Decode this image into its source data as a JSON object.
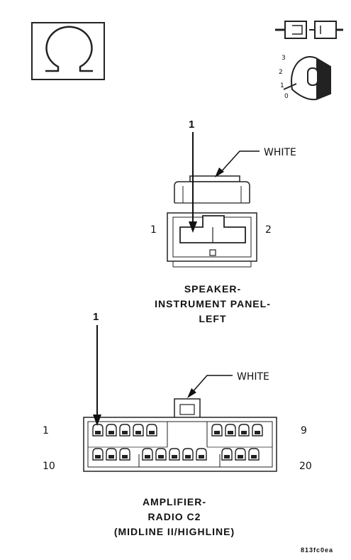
{
  "ohm_symbol": "Ω",
  "ignition_key": {
    "positions": [
      "3",
      "2",
      "1",
      "0"
    ]
  },
  "speaker_connector": {
    "callout": "1",
    "color_label": "WHITE",
    "pin_left": "1",
    "pin_right": "2",
    "title_lines": [
      "SPEAKER-",
      "INSTRUMENT PANEL-",
      "LEFT"
    ]
  },
  "amplifier_connector": {
    "callout": "1",
    "color_label": "WHITE",
    "pin_top_left": "1",
    "pin_top_right": "9",
    "pin_bottom_left": "10",
    "pin_bottom_right": "20",
    "title_lines": [
      "AMPLIFIER-",
      "RADIO C2",
      "(MIDLINE II/HIGHLINE)"
    ]
  },
  "figure_code": "813fc0ea"
}
